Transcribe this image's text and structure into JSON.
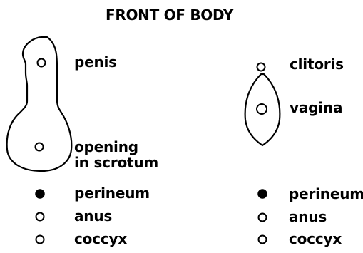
{
  "title": "FRONT OF BODY",
  "male": {
    "penis_label": "penis",
    "scrotum_label_line1": "opening",
    "scrotum_label_line2": "in scrotum",
    "perineum_label": "perineum",
    "anus_label": "anus",
    "coccyx_label": "coccyx"
  },
  "female": {
    "clitoris_label": "clitoris",
    "vagina_label": "vagina",
    "perineum_label": "perineum",
    "anus_label": "anus",
    "coccyx_label": "coccyx"
  }
}
